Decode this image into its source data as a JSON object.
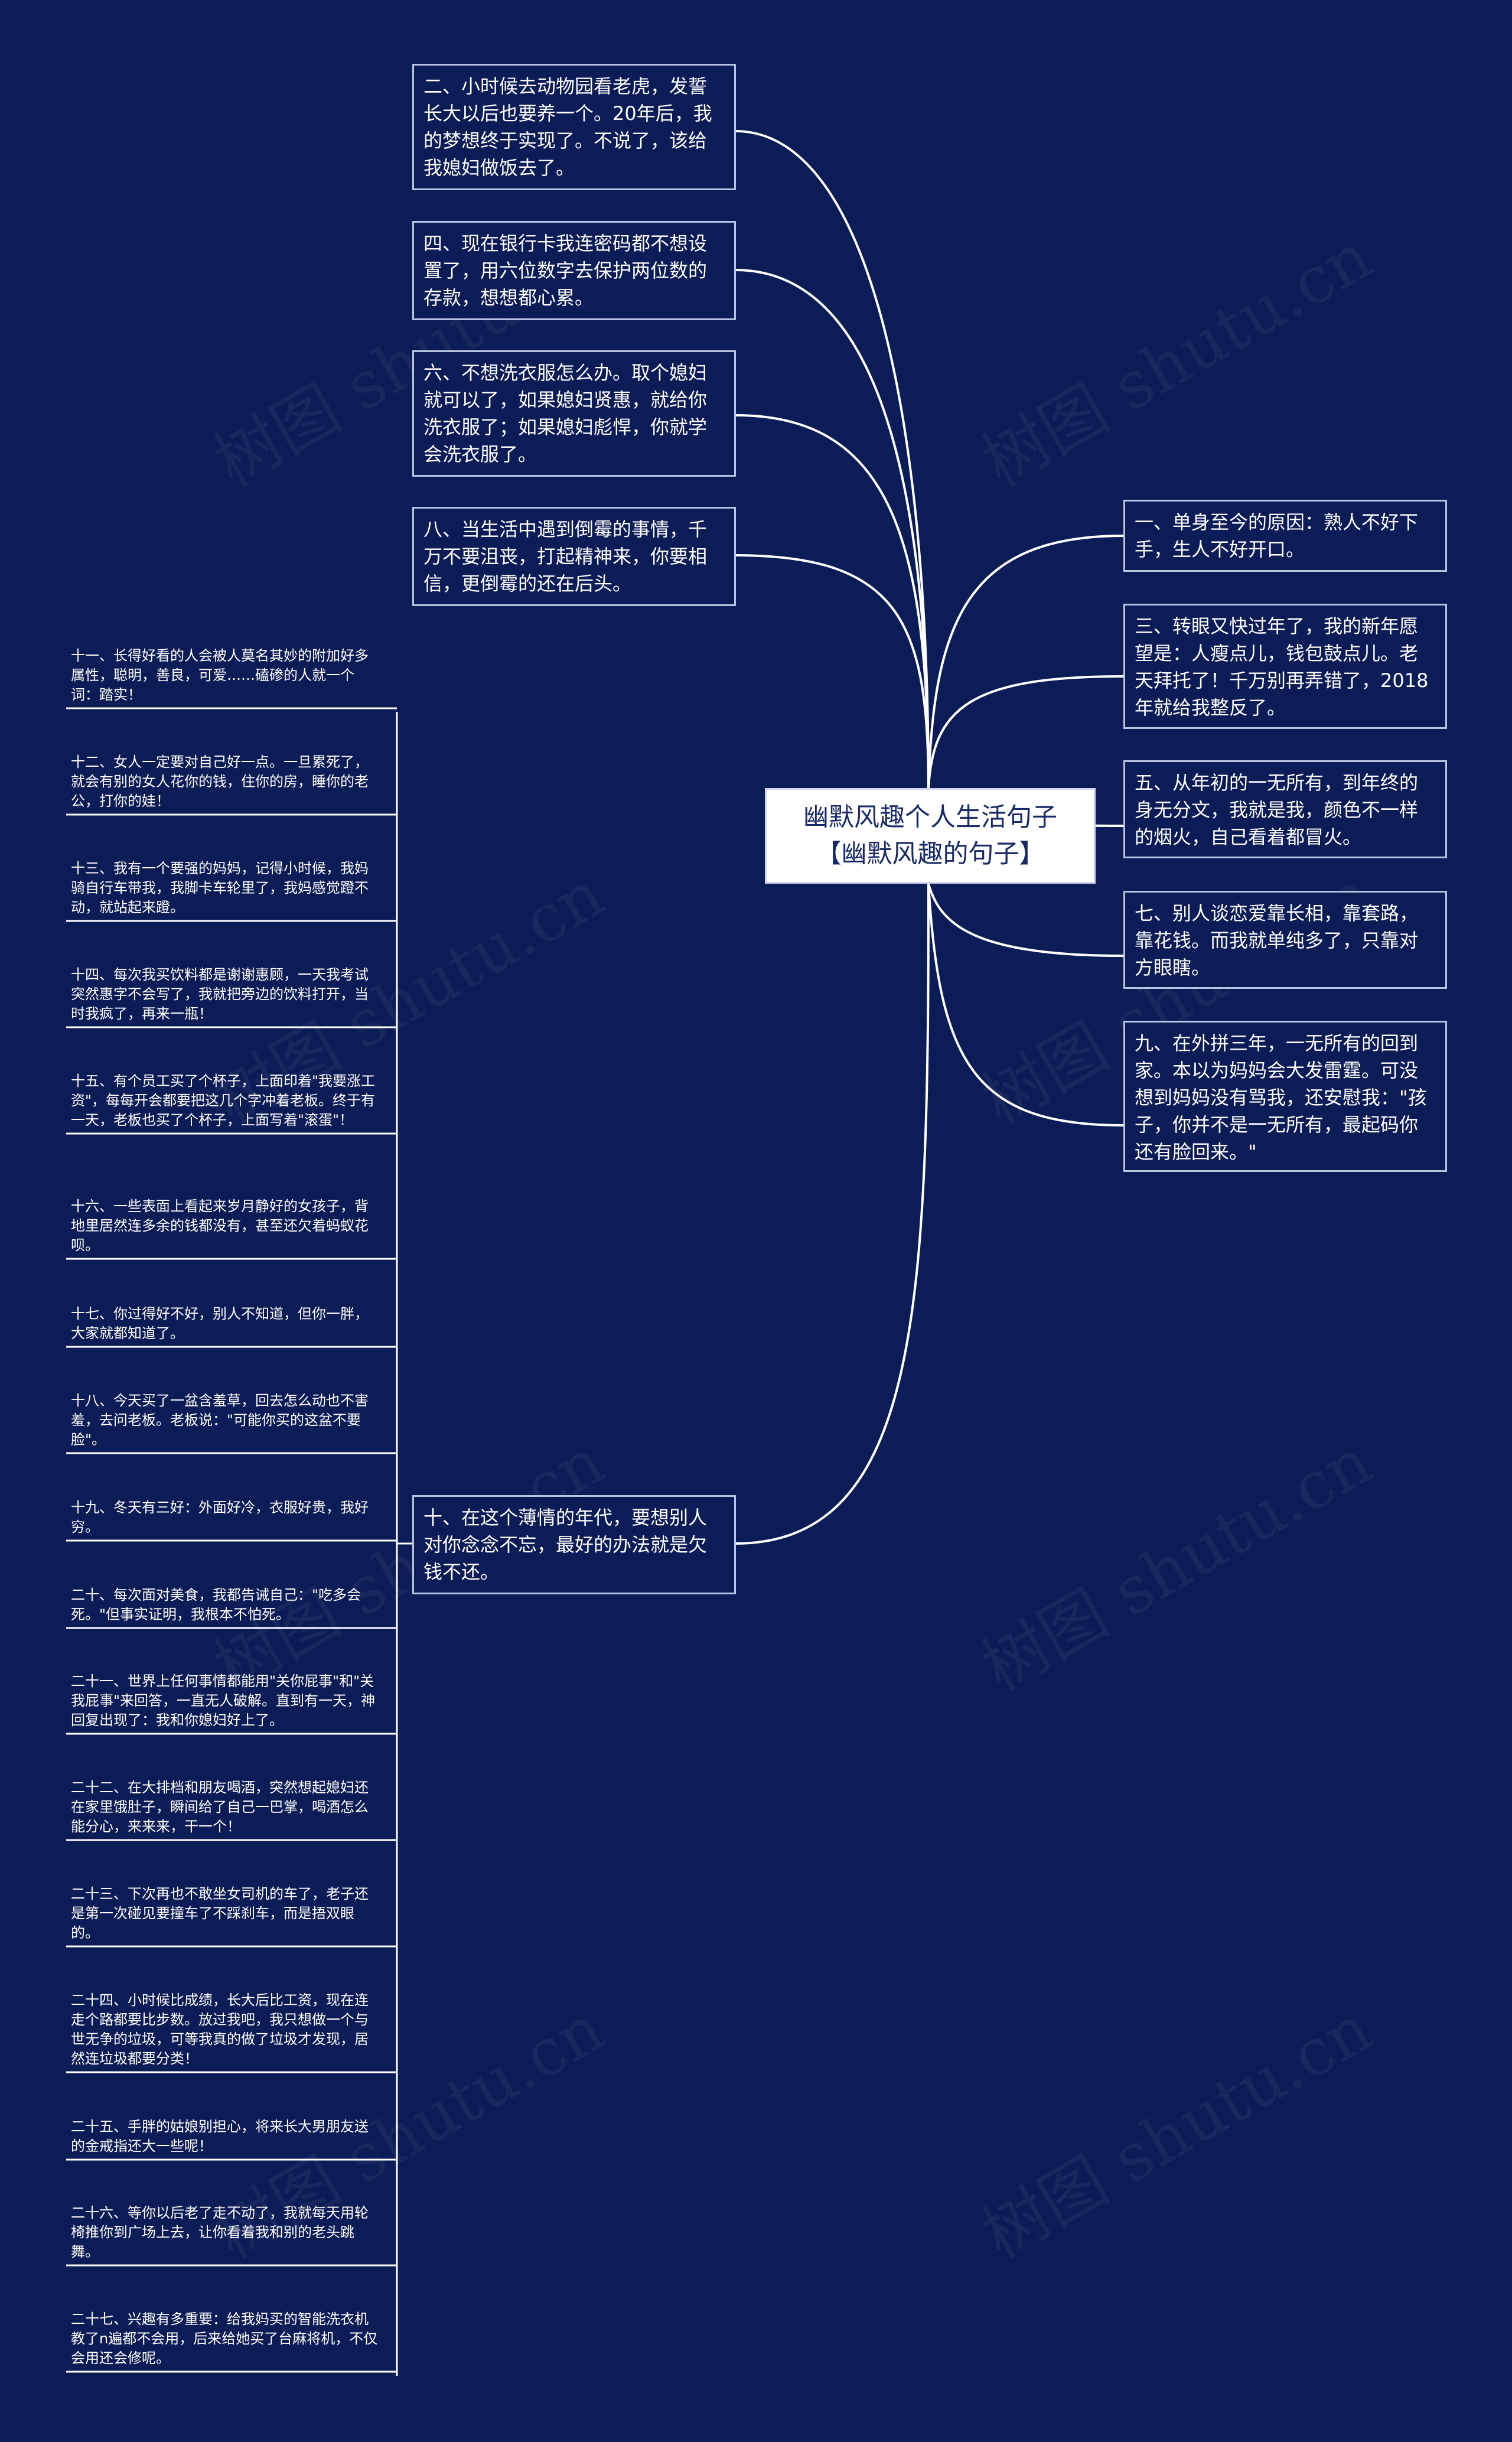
{
  "root": {
    "title": "幽默风趣个人生活句子【幽默风趣的句子】"
  },
  "watermark": "树图 shutu.cn",
  "colors": {
    "background": "#0c1c56",
    "line": "#ffffff",
    "root_bg": "#ffffff",
    "root_text": "#1a2a66"
  },
  "left_nodes": [
    {
      "text": "二、小时候去动物园看老虎，发誓长大以后也要养一个。20年后，我的梦想终于实现了。不说了，该给我媳妇做饭去了。"
    },
    {
      "text": "四、现在银行卡我连密码都不想设置了，用六位数字去保护两位数的存款，想想都心累。"
    },
    {
      "text": "六、不想洗衣服怎么办。取个媳妇就可以了，如果媳妇贤惠，就给你洗衣服了；如果媳妇彪悍，你就学会洗衣服了。"
    },
    {
      "text": "八、当生活中遇到倒霉的事情，千万不要沮丧，打起精神来，你要相信，更倒霉的还在后头。"
    },
    {
      "text": "十、在这个薄情的年代，要想别人对你念念不忘，最好的办法就是欠钱不还。"
    }
  ],
  "right_nodes": [
    {
      "text": "一、单身至今的原因：熟人不好下手，生人不好开口。"
    },
    {
      "text": "三、转眼又快过年了，我的新年愿望是：人瘦点儿，钱包鼓点儿。老天拜托了！千万别再弄错了，2018年就给我整反了。"
    },
    {
      "text": "五、从年初的一无所有，到年终的身无分文，我就是我，颜色不一样的烟火，自己看着都冒火。"
    },
    {
      "text": "七、别人谈恋爱靠长相，靠套路，靠花钱。而我就单纯多了，只靠对方眼瞎。"
    },
    {
      "text": "九、在外拼三年，一无所有的回到家。本以为妈妈会大发雷霆。可没想到妈妈没有骂我，还安慰我：\"孩子，你并不是一无所有，最起码你还有脸回来。\""
    }
  ],
  "leaves": [
    {
      "text": "十一、长得好看的人会被人莫名其妙的附加好多属性，聪明，善良，可爱……磕碜的人就一个词：踏实！"
    },
    {
      "text": "十二、女人一定要对自己好一点。一旦累死了，就会有别的女人花你的钱，住你的房，睡你的老公，打你的娃！"
    },
    {
      "text": "十三、我有一个要强的妈妈，记得小时候，我妈骑自行车带我，我脚卡车轮里了，我妈感觉蹬不动，就站起来蹬。"
    },
    {
      "text": "十四、每次我买饮料都是谢谢惠顾，一天我考试突然惠字不会写了，我就把旁边的饮料打开，当时我疯了，再来一瓶！"
    },
    {
      "text": "十五、有个员工买了个杯子，上面印着\"我要涨工资\"，每每开会都要把这几个字冲着老板。终于有一天，老板也买了个杯子，上面写着\"滚蛋\"！"
    },
    {
      "text": "十六、一些表面上看起来岁月静好的女孩子，背地里居然连多余的钱都没有，甚至还欠着蚂蚁花呗。"
    },
    {
      "text": "十七、你过得好不好，别人不知道，但你一胖，大家就都知道了。"
    },
    {
      "text": "十八、今天买了一盆含羞草，回去怎么动也不害羞，去问老板。老板说：\"可能你买的这盆不要脸\"。"
    },
    {
      "text": "十九、冬天有三好：外面好冷，衣服好贵，我好穷。"
    },
    {
      "text": "二十、每次面对美食，我都告诫自己：\"吃多会死。\"但事实证明，我根本不怕死。"
    },
    {
      "text": "二十一、世界上任何事情都能用\"关你屁事\"和\"关我屁事\"来回答，一直无人破解。直到有一天，神回复出现了：我和你媳妇好上了。"
    },
    {
      "text": "二十二、在大排档和朋友喝酒，突然想起媳妇还在家里饿肚子，瞬间给了自己一巴掌，喝酒怎么能分心，来来来，干一个！"
    },
    {
      "text": "二十三、下次再也不敢坐女司机的车了，老子还是第一次碰见要撞车了不踩刹车，而是捂双眼的。"
    },
    {
      "text": "二十四、小时候比成绩，长大后比工资，现在连走个路都要比步数。放过我吧，我只想做一个与世无争的垃圾，可等我真的做了垃圾才发现，居然连垃圾都要分类！"
    },
    {
      "text": "二十五、手胖的姑娘别担心，将来长大男朋友送的金戒指还大一些呢！"
    },
    {
      "text": "二十六、等你以后老了走不动了，我就每天用轮椅推你到广场上去，让你看着我和别的老头跳舞。"
    },
    {
      "text": "二十七、兴趣有多重要：给我妈买的智能洗衣机教了n遍都不会用，后来给她买了台麻将机，不仅会用还会修呢。"
    }
  ]
}
